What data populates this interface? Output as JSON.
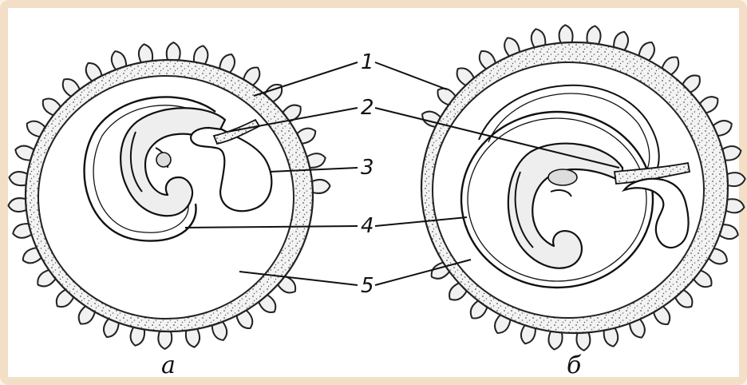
{
  "labels": {
    "n1": "1",
    "n2": "2",
    "n3": "3",
    "n4": "4",
    "n5": "5"
  },
  "captions": {
    "left": "а",
    "right": "б"
  }
}
